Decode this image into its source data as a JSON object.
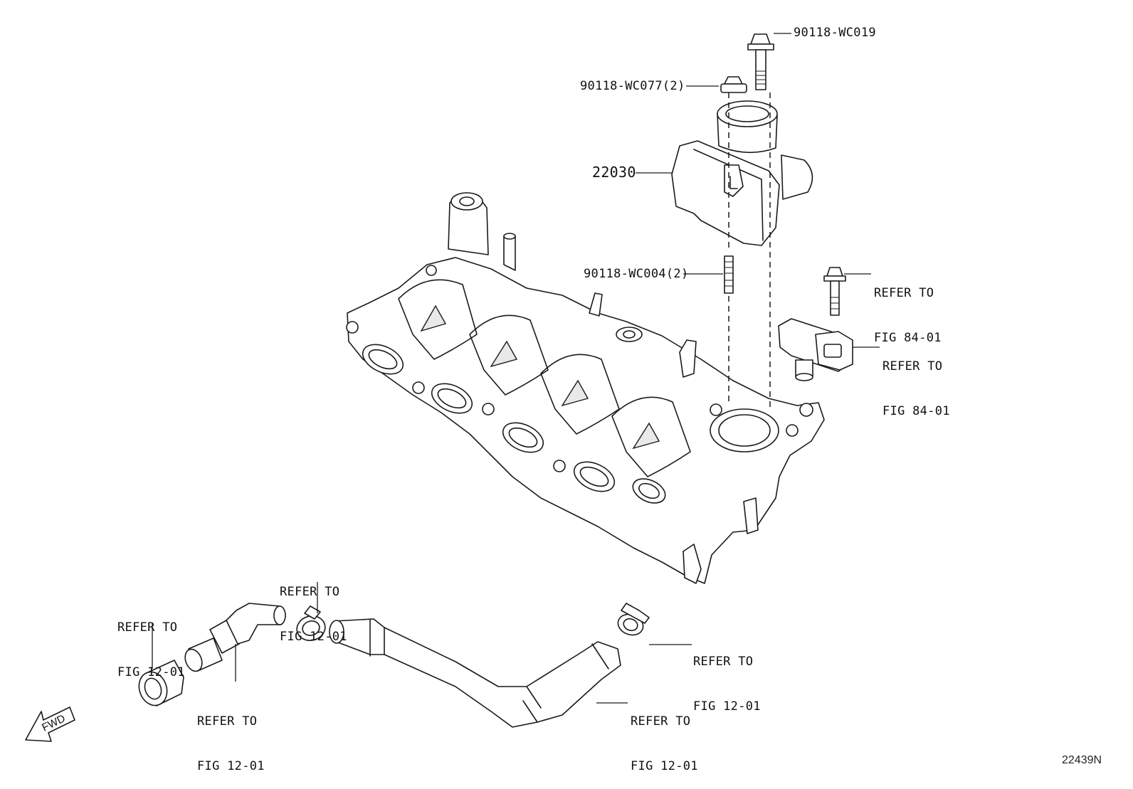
{
  "diagram": {
    "figure_id": "22439N",
    "callouts": {
      "bolt_top": "90118-WC019",
      "nut": "90118-WC077(2)",
      "throttle_body": "22030",
      "stud": "90118-WC004(2)",
      "sensor_bolt": [
        "REFER TO",
        "FIG 84-01"
      ],
      "sensor": [
        "REFER TO",
        "FIG 84-01"
      ],
      "grommet": [
        "REFER TO",
        "FIG 12-01"
      ],
      "pcv_valve": [
        "REFER TO",
        "FIG 12-01"
      ],
      "clip_left": [
        "REFER TO",
        "FIG 12-01"
      ],
      "clip_right": [
        "REFER TO",
        "FIG 12-01"
      ],
      "hose": [
        "REFER TO",
        "FIG 12-01"
      ]
    },
    "fwd_arrow_label": "FWD"
  }
}
